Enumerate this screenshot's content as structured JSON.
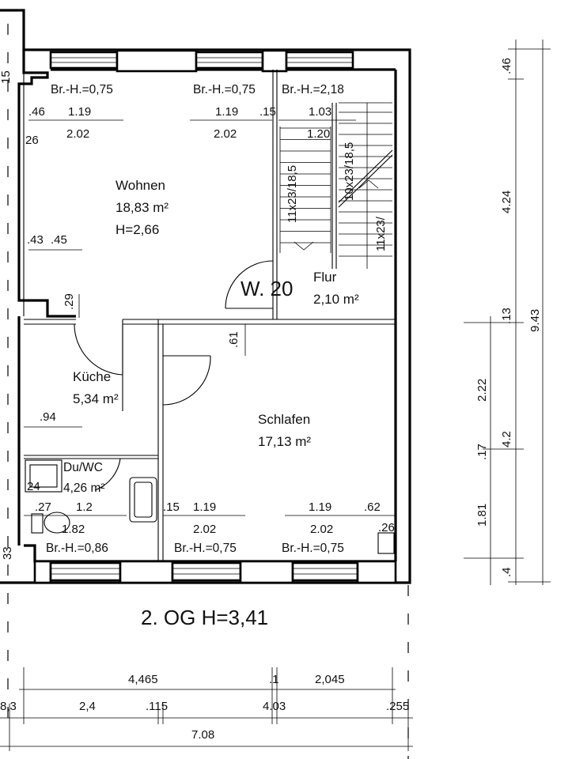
{
  "plan": {
    "title": "2. OG H=3,41",
    "unit_number": "W. 20",
    "rooms": {
      "wohnen": {
        "name": "Wohnen",
        "area": "18,83 m²",
        "height": "H=2,66"
      },
      "flur": {
        "name": "Flur",
        "area": "2,10 m²"
      },
      "kueche": {
        "name": "Küche",
        "area": "5,34 m²"
      },
      "schlafen": {
        "name": "Schlafen",
        "area": "17,13 m²"
      },
      "bad": {
        "name": "Du/WC",
        "area": "4,26 m²"
      }
    },
    "parapets": {
      "top_left": "Br.-H.=0,75",
      "top_mid": "Br.-H.=0,75",
      "top_right": "Br.-H.=2,18",
      "bottom_left": "Br.-H.=0,86",
      "bottom_mid": "Br.-H.=0,75",
      "bottom_right": "Br.-H.=0,75"
    },
    "window_dims": {
      "w1_top": "1.19",
      "w1_bottom": "2.02",
      "w2_top": "1.19",
      "w2_bottom": "2.02",
      "w3_top": "1.03",
      "w3_bottom": "1.20",
      "w4_top": "1.2",
      "w4_bottom": "1.82",
      "w5_top": "1.19",
      "w5_bottom": "2.02",
      "w6_top": "1.19",
      "w6_bottom": "2.02"
    },
    "inner_dims": {
      "d_46": ".46",
      "d_26a": "26",
      "d_15a": ".15",
      "d_43": ".43",
      "d_45": ".45",
      "d_29": ".29",
      "d_61": ".61",
      "d_94": ".94",
      "d_24": "24",
      "d_27": ".27",
      "d_15b": ".15",
      "d_62": ".62",
      "d_26b": ".26",
      "d_15c": "15",
      "d_33": "33"
    },
    "stairs": {
      "flight_1": "11x23/18,5",
      "flight_2": "10x23/18,5",
      "flight_3": "11x23/"
    },
    "right_dims": {
      "d_46": ".46",
      "d_424": "4.24",
      "d_943": "9.43",
      "d_13": ".13",
      "d_222": "2.22",
      "d_17": ".17",
      "d_42": "4.2",
      "d_181": "1.81",
      "d_4": ".4"
    },
    "bottom_dims": {
      "d_4465": "4,465",
      "d_1": ".1",
      "d_2045": "2,045",
      "d_83": "8,3",
      "d_24": "2,4",
      "d_115": ".115",
      "d_403": "4.03",
      "d_255": ".255",
      "d_708": "7.08"
    }
  }
}
